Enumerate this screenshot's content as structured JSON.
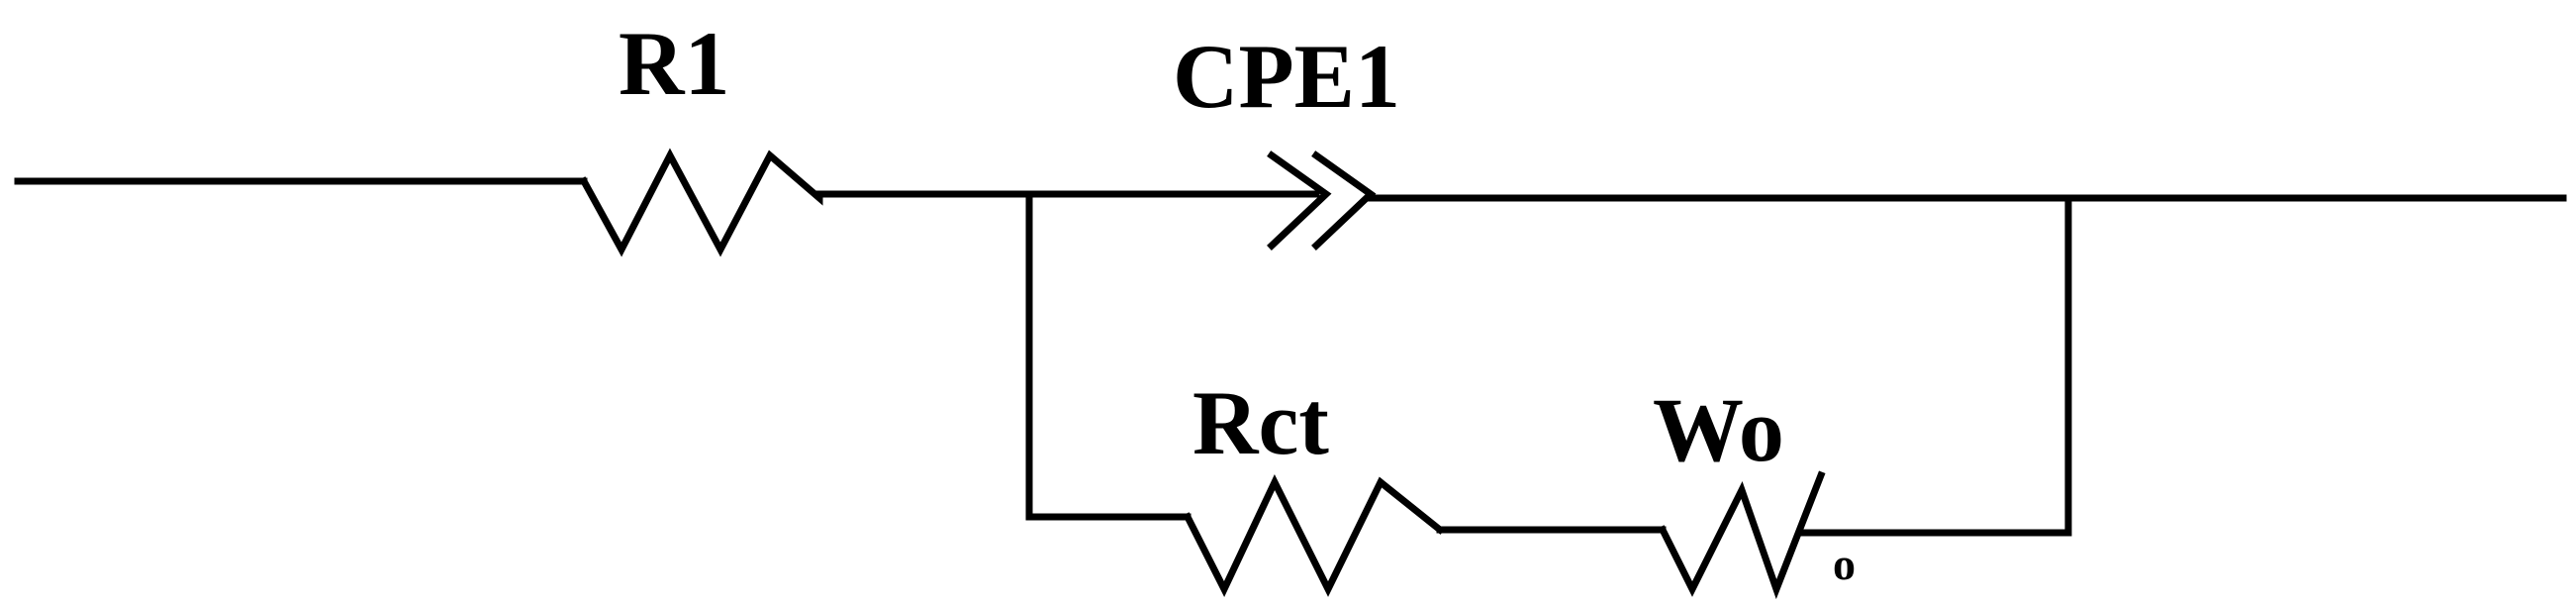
{
  "diagram": {
    "labels": {
      "r1": "R1",
      "cpe1": "CPE1",
      "rct": "Rct",
      "wo": "Wo",
      "wo_sub": "o"
    },
    "colors": {
      "stroke": "#000000",
      "background": "#ffffff"
    }
  }
}
